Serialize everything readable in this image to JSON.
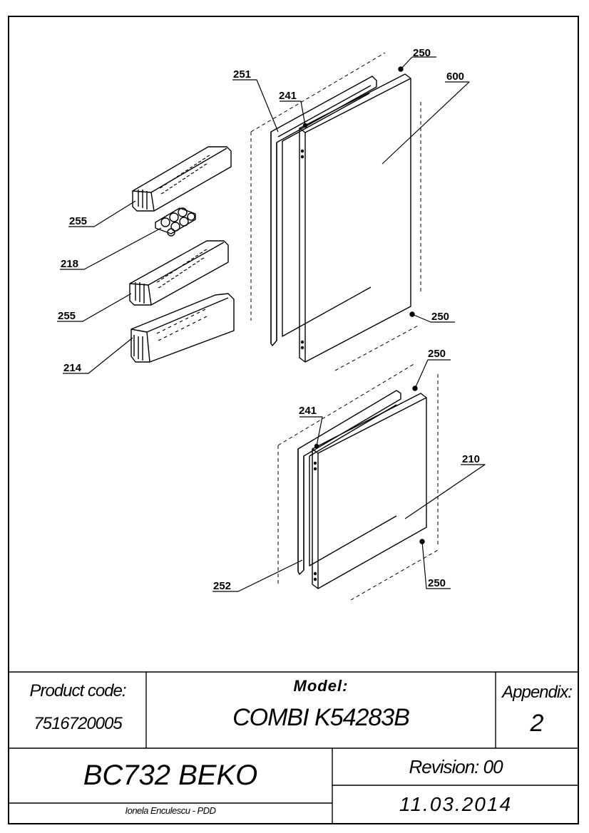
{
  "callouts": {
    "c250a": "250",
    "c251": "251",
    "c241a": "241",
    "c600": "600",
    "c255a": "255",
    "c218": "218",
    "c255b": "255",
    "c214": "214",
    "c250b": "250",
    "c250c": "250",
    "c241b": "241",
    "c210": "210",
    "c252": "252",
    "c250d": "250"
  },
  "title_block": {
    "product_code_label": "Product code:",
    "product_code": "7516720005",
    "model_label": "Model:",
    "model": "COMBI K54283B",
    "appendix_label": "Appendix:",
    "appendix": "2",
    "series": "BC732 BEKO",
    "revision": "Revision: 00",
    "date": "11.03.2014",
    "author": "Ionela Enculescu - PDD"
  }
}
